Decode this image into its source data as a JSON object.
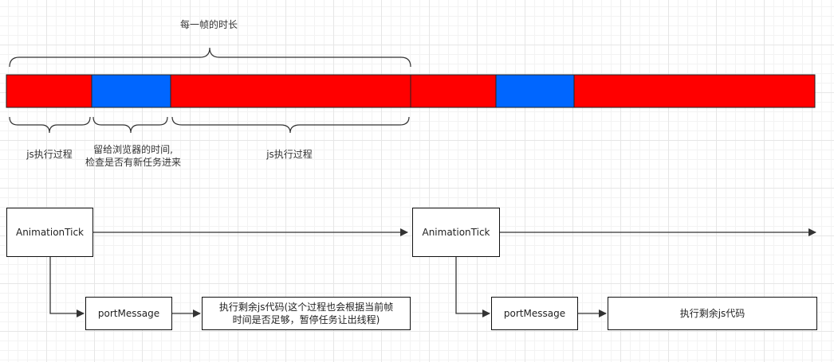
{
  "labels": {
    "frame_duration": "每一帧的时长",
    "js_process_1": "js执行过程",
    "browser_time_line1": "留给浏览器的时间,",
    "browser_time_line2": "检查是否有新任务进来",
    "js_process_2": "js执行过程"
  },
  "flow": {
    "tick_1": "AnimationTick",
    "port_message_1": "portMessage",
    "remaining_1_line1": "执行剩余js代码(这个过程也会根据当前帧",
    "remaining_1_line2": "时间是否足够，暂停任务让出线程)",
    "tick_2": "AnimationTick",
    "port_message_2": "portMessage",
    "remaining_2": "执行剩余js代码"
  },
  "colors": {
    "js_segment": "#ff0000",
    "browser_segment": "#0066ff",
    "stroke": "#333333"
  }
}
